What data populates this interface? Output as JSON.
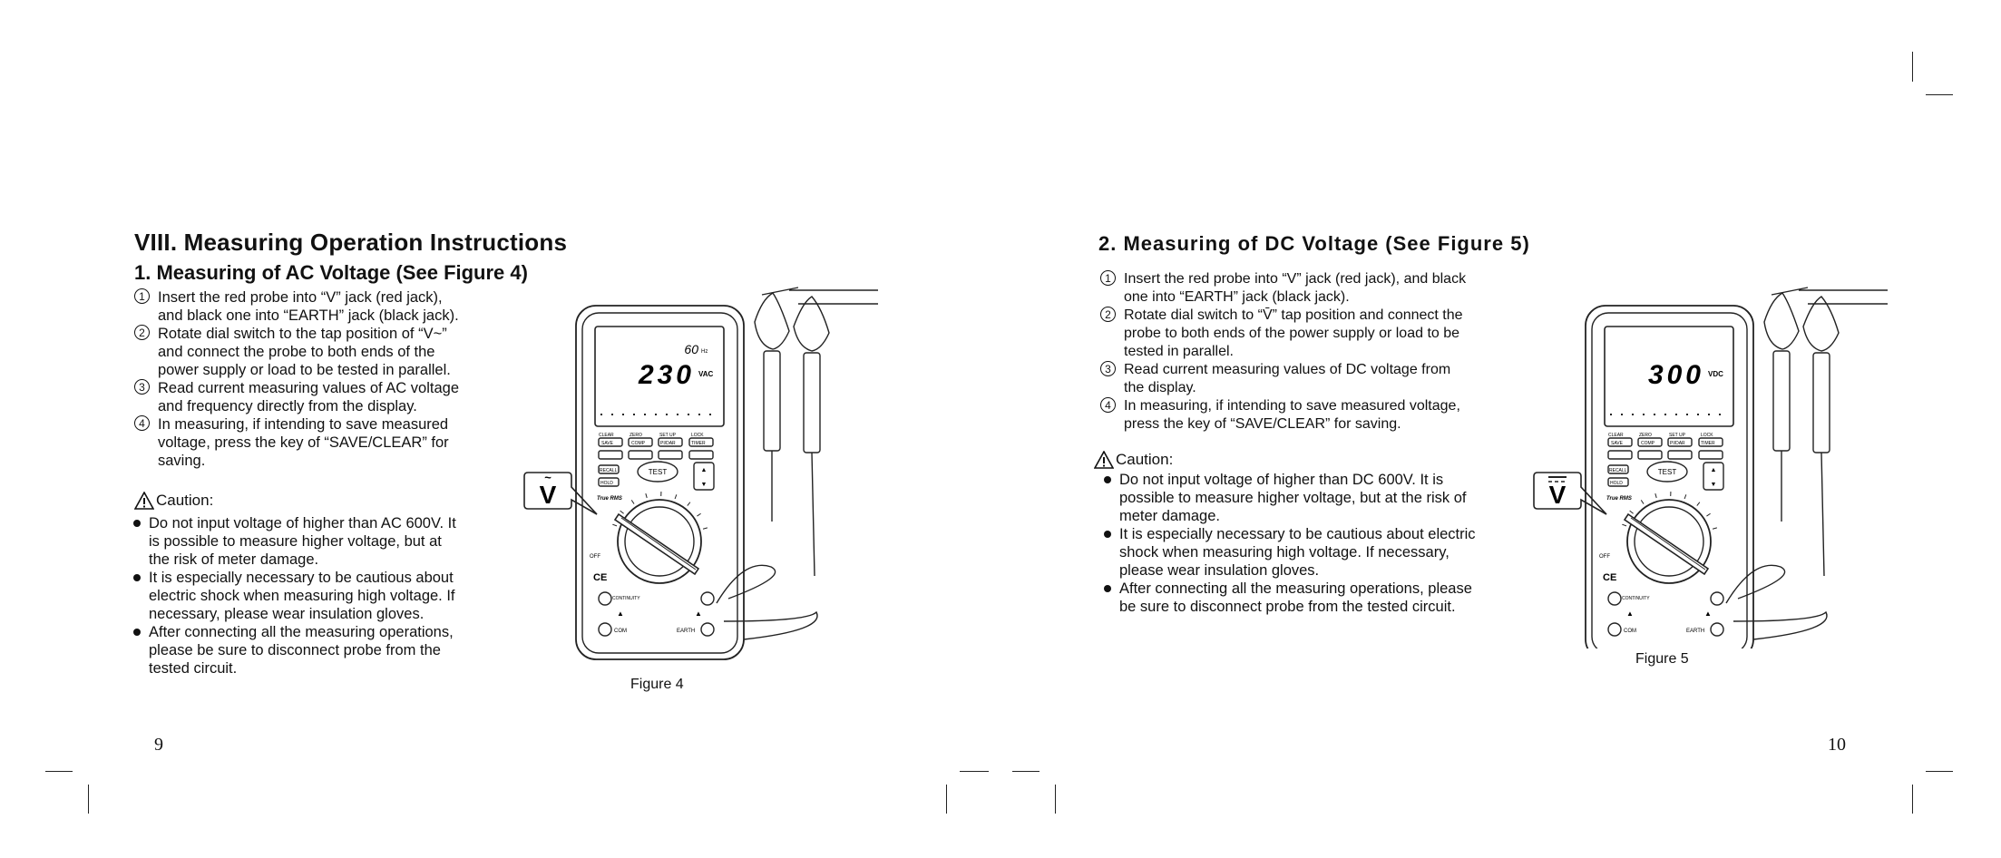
{
  "left": {
    "title": "VIII. Measuring Operation Instructions",
    "section_title": "1. Measuring of AC Voltage (See Figure 4)",
    "steps": [
      [
        "Insert the red probe into “V” jack (red jack),",
        "and black one into “EARTH” jack (black jack)."
      ],
      [
        "Rotate dial switch to the tap position of “V~”",
        "and connect the probe to both ends of the",
        "power supply or load to be tested in parallel."
      ],
      [
        "Read current measuring values of AC voltage",
        "and frequency directly from the display."
      ],
      [
        "In measuring, if intending to save measured",
        "voltage, press the key of “SAVE/CLEAR” for",
        "saving."
      ]
    ],
    "caution_label": "Caution:",
    "cautions": [
      [
        "Do not input voltage of higher than AC 600V. It",
        "is possible to measure higher voltage, but at",
        "the risk of meter damage."
      ],
      [
        "It is especially necessary to be cautious about",
        "electric shock when measuring high voltage. If",
        "necessary, please wear insulation gloves."
      ],
      [
        "After connecting all the measuring operations,",
        "please be sure to disconnect probe from the",
        "tested circuit."
      ]
    ],
    "figure_caption": "Figure 4",
    "page_number": "9",
    "figure": {
      "main_reading": "230",
      "unit": "VAC",
      "sub_reading": "60",
      "sub_unit": "Hz",
      "callout": "V",
      "test_key": "TEST",
      "true_rms": "True RMS",
      "jack_com": "COM",
      "jack_earth": "EARTH",
      "continuity": "CONTINUITY",
      "key_labels": [
        "CLEAR",
        "ZERO",
        "SET UP",
        "LOCK",
        "SAVE",
        "COMP",
        "PI/DAR",
        "TIMER",
        "RECALL",
        "HOLD"
      ],
      "ce_mark": "CE",
      "off": "OFF"
    }
  },
  "right": {
    "section_title": "2. Measuring of DC Voltage (See Figure 5)",
    "steps": [
      [
        "Insert the red probe into “V” jack (red jack), and black",
        "one into “EARTH” jack (black jack)."
      ],
      [
        "Rotate dial switch to “V̄” tap position and connect the",
        "probe to both ends of the power supply or load to be",
        "tested in parallel."
      ],
      [
        "Read current measuring values of DC voltage from",
        "the display."
      ],
      [
        "In measuring, if intending to save measured voltage,",
        "press the key of “SAVE/CLEAR” for saving."
      ]
    ],
    "caution_label": "Caution:",
    "cautions": [
      [
        "Do not input voltage of higher than DC 600V. It is",
        "possible to measure higher voltage, but at the risk of",
        "meter damage."
      ],
      [
        "It is especially necessary to be cautious about electric",
        "shock when measuring high voltage. If necessary,",
        "please wear insulation gloves."
      ],
      [
        "After connecting all the measuring operations, please",
        "be sure to disconnect probe from the tested circuit."
      ]
    ],
    "figure_caption": "Figure 5",
    "page_number": "10",
    "figure": {
      "main_reading": "300",
      "unit": "VDC",
      "sub_reading": "",
      "sub_unit": "",
      "callout": "V",
      "test_key": "TEST",
      "true_rms": "True RMS",
      "jack_com": "COM",
      "jack_earth": "EARTH",
      "continuity": "CONTINUITY",
      "key_labels": [
        "CLEAR",
        "ZERO",
        "SET UP",
        "LOCK",
        "SAVE",
        "COMP",
        "PI/DAR",
        "TIMER",
        "RECALL",
        "HOLD"
      ],
      "ce_mark": "CE",
      "off": "OFF"
    }
  }
}
